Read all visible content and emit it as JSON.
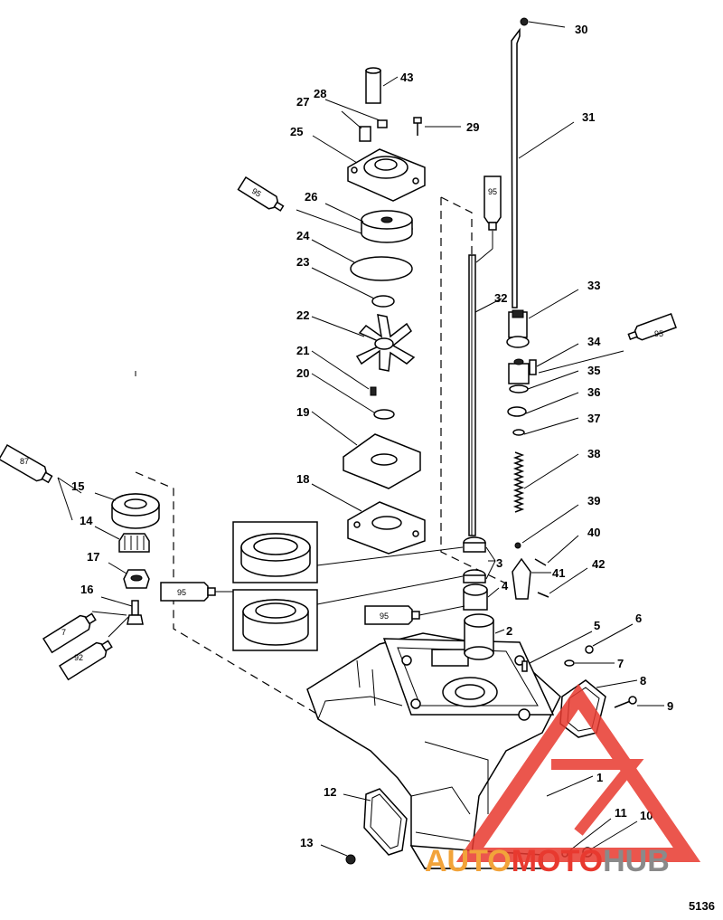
{
  "diagram": {
    "figure_number": "5136",
    "callouts": [
      "1",
      "2",
      "3",
      "4",
      "5",
      "6",
      "7",
      "8",
      "9",
      "10",
      "11",
      "12",
      "13",
      "14",
      "15",
      "16",
      "17",
      "18",
      "19",
      "20",
      "21",
      "22",
      "23",
      "24",
      "25",
      "26",
      "27",
      "28",
      "29",
      "30",
      "31",
      "32",
      "33",
      "34",
      "35",
      "36",
      "37",
      "38",
      "39",
      "40",
      "41",
      "42",
      "43"
    ],
    "sealant_tubes": [
      "95",
      "95",
      "95",
      "95",
      "95",
      "87",
      "7",
      "92"
    ],
    "colors": {
      "line": "#000000",
      "watermark_red": "#e8392f",
      "watermark_orange": "#f2a33a",
      "watermark_gray": "#8a8a8a"
    }
  },
  "watermark": {
    "part1": "AUTO",
    "part2": "MOTO",
    "part3": "HUB"
  }
}
